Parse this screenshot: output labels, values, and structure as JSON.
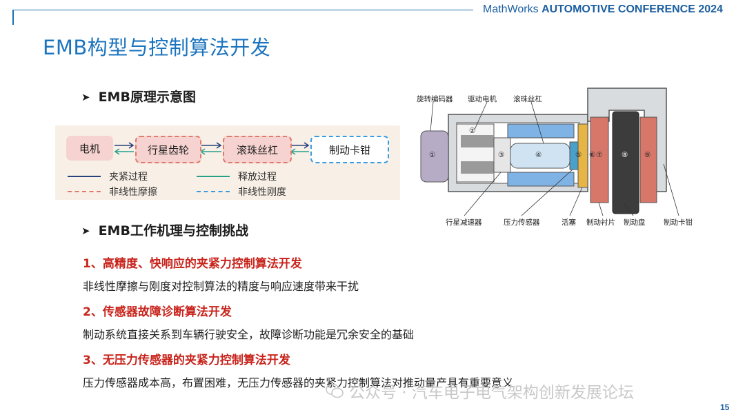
{
  "header": {
    "brand_prefix": "MathWorks",
    "brand_strong": "AUTOMOTIVE CONFERENCE 2024"
  },
  "slide": {
    "title": "EMB构型与控制算法开发",
    "page_number": "15"
  },
  "section1": {
    "heading": "EMB原理示意图",
    "nodes": [
      "电机",
      "行星齿轮",
      "滚珠丝杠",
      "制动卡钳"
    ],
    "legend": [
      {
        "label": "夹紧过程",
        "style": "solid",
        "color": "#27417f"
      },
      {
        "label": "释放过程",
        "style": "solid",
        "color": "#27a08a"
      },
      {
        "label": "非线性摩擦",
        "style": "dashed",
        "color": "#e07a6b"
      },
      {
        "label": "非线性刚度",
        "style": "dashed",
        "color": "#3b9be0"
      }
    ]
  },
  "diagram": {
    "top_labels": [
      "旋转编码器",
      "驱动电机",
      "滚珠丝杠"
    ],
    "bottom_labels": [
      "行星减速器",
      "压力传感器",
      "活塞",
      "制动衬片",
      "制动盘",
      "制动卡钳"
    ],
    "numbers": [
      "①",
      "②",
      "③",
      "④",
      "⑤",
      "⑥",
      "⑦",
      "⑧",
      "⑨"
    ]
  },
  "section2": {
    "heading": "EMB工作机理与控制挑战",
    "items": [
      {
        "title": "1、高精度、快响应的夹紧力控制算法开发",
        "body": "非线性摩擦与刚度对控制算法的精度与响应速度带来干扰"
      },
      {
        "title": "2、传感器故障诊断算法开发",
        "body": "制动系统直接关系到车辆行驶安全，故障诊断功能是冗余安全的基础"
      },
      {
        "title": "3、无压力传感器的夹紧力控制算法开发",
        "body": "压力传感器成本高，布置困难，无压力传感器的夹紧力控制算法对推动量产具有重要意义"
      }
    ]
  },
  "watermark": {
    "text": "公众号 · 汽车电子电气架构创新发展论坛"
  }
}
